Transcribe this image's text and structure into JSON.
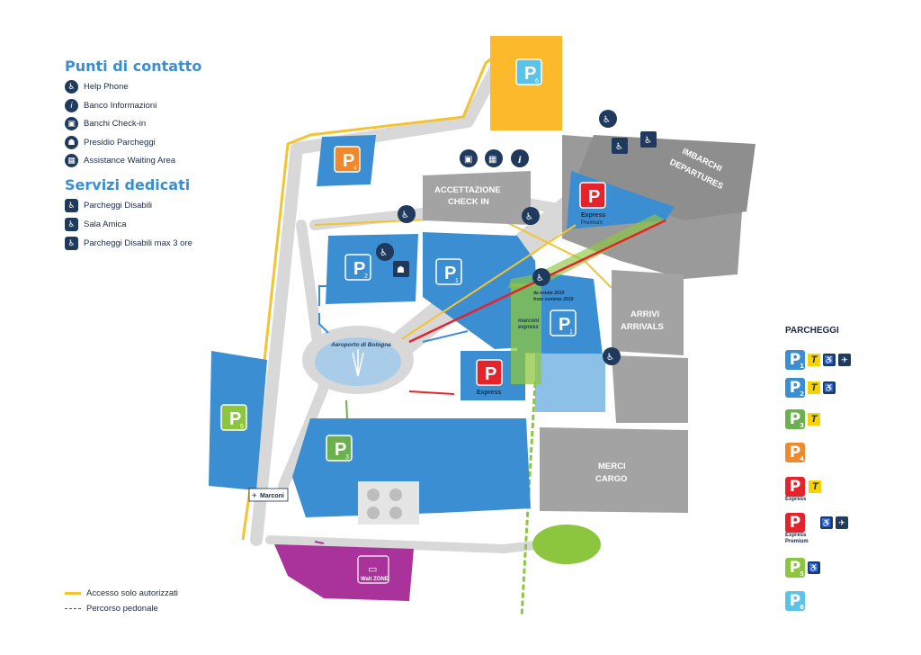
{
  "contact": {
    "title": "Punti di contatto",
    "items": [
      {
        "icon": "help-phone-icon",
        "label": "Help Phone"
      },
      {
        "icon": "info-icon",
        "label": "Banco Informazioni"
      },
      {
        "icon": "check-in-icon",
        "label": "Banchi Check-in"
      },
      {
        "icon": "parking-desk-icon",
        "label": "Presidio Parcheggi"
      },
      {
        "icon": "waiting-area-icon",
        "label": "Assistance Waiting Area"
      }
    ]
  },
  "services": {
    "title": "Servizi dedicati",
    "items": [
      {
        "icon": "disabled-parking-icon",
        "label": "Parcheggi Disabili"
      },
      {
        "icon": "sala-amica-icon",
        "label": "Sala Amica"
      },
      {
        "icon": "disabled-parking-3h-icon",
        "label": "Parcheggi Disabili max 3 ore"
      }
    ]
  },
  "bottom_legend": {
    "authorized": "Accesso solo autorizzati",
    "walking": "Percorso pedonale"
  },
  "map_labels": {
    "checkin": [
      "ACCETTAZIONE",
      "CHECK IN"
    ],
    "departures": [
      "IMBARCHI",
      "DEPARTURES"
    ],
    "arrivals": [
      "ARRIVI",
      "ARRIVALS"
    ],
    "cargo": [
      "MERCI",
      "CARGO"
    ],
    "roundabout": "Aeroporto di Bologna",
    "marconi_sign": "Marconi",
    "marconi_express": [
      "marconi",
      "express"
    ],
    "express_note": [
      "da estate 2019",
      "from summer 2019"
    ],
    "express": "Express",
    "express_premium": [
      "Express",
      "Premium"
    ],
    "kiss_zone": "Wait ZONE"
  },
  "parking_map": {
    "p1": {
      "letter": "P",
      "num": "1"
    },
    "p2": {
      "letter": "P",
      "num": "2"
    },
    "p3": {
      "letter": "P",
      "num": "3"
    },
    "p4": {
      "letter": "P",
      "num": "4"
    },
    "p5": {
      "letter": "P",
      "num": "5"
    },
    "p6": {
      "letter": "P",
      "num": "6"
    }
  },
  "parking_legend": {
    "title": "PARCHEGGI",
    "rows": [
      {
        "id": "p1",
        "num": "1",
        "color": "#3a8ed1",
        "sub": "",
        "extras": [
          "T",
          "disabled-icon",
          "kiss-fly-icon"
        ]
      },
      {
        "id": "p2",
        "num": "2",
        "color": "#3a8ed1",
        "sub": "",
        "extras": [
          "T",
          "disabled-parking-icon"
        ]
      },
      {
        "id": "p3",
        "num": "3",
        "color": "#6ab04c",
        "sub": "",
        "extras": [
          "T"
        ]
      },
      {
        "id": "p4",
        "num": "4",
        "color": "#f0892b",
        "sub": "",
        "extras": []
      },
      {
        "id": "express",
        "num": "",
        "color": "#e4232c",
        "sub": "Express",
        "extras": [
          "T"
        ]
      },
      {
        "id": "premium",
        "num": "",
        "color": "#e4232c",
        "sub": "Express Premium",
        "extras": [
          "disabled-3h-icon",
          "kiss-fly-icon"
        ]
      },
      {
        "id": "p5",
        "num": "5",
        "color": "#8cc63f",
        "sub": "",
        "extras": [
          "disabled-icon"
        ]
      },
      {
        "id": "p6",
        "num": "6",
        "color": "#59c3e8",
        "sub": "",
        "extras": []
      }
    ]
  },
  "colors": {
    "blue": "#3a8ed1",
    "grey": "#9a9a9a",
    "yellow": "#fbb92b",
    "orange": "#f0892b",
    "green": "#8cc63f",
    "red": "#e4232c",
    "magenta": "#a9339b",
    "navy": "#1f3a5c"
  }
}
